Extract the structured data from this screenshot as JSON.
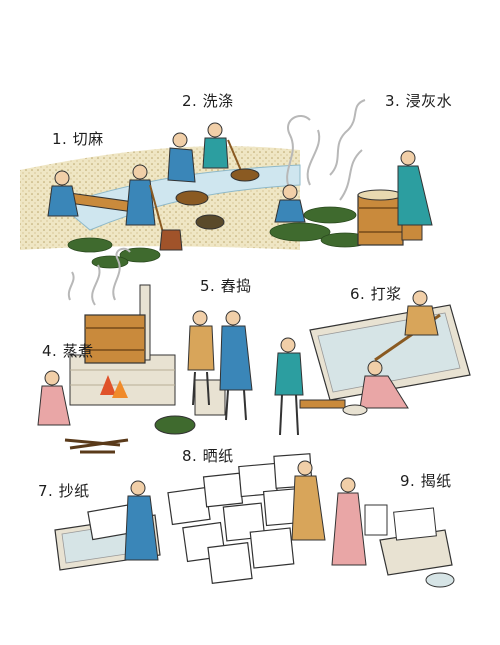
{
  "steps": [
    {
      "label": "1. 切麻"
    },
    {
      "label": "2. 洗涤"
    },
    {
      "label": "3. 浸灰水"
    },
    {
      "label": "4. 蒸煮"
    },
    {
      "label": "5. 舂捣"
    },
    {
      "label": "6. 打浆"
    },
    {
      "label": "7. 抄纸"
    },
    {
      "label": "8. 晒纸"
    },
    {
      "label": "9. 揭纸"
    }
  ],
  "colors": {
    "wood": "#c98a3c",
    "wood_dark": "#8a5a22",
    "water": "#cfe6ef",
    "foliage": "#3f6a2e",
    "robe_blue": "#3a86b8",
    "robe_teal": "#2c9ea0",
    "robe_pink": "#e9a6a6",
    "robe_tan": "#d8a55a",
    "stone": "#e8e2d2",
    "steam": "#b8b8b8",
    "fire": "#e0522a",
    "outline": "#333333"
  }
}
